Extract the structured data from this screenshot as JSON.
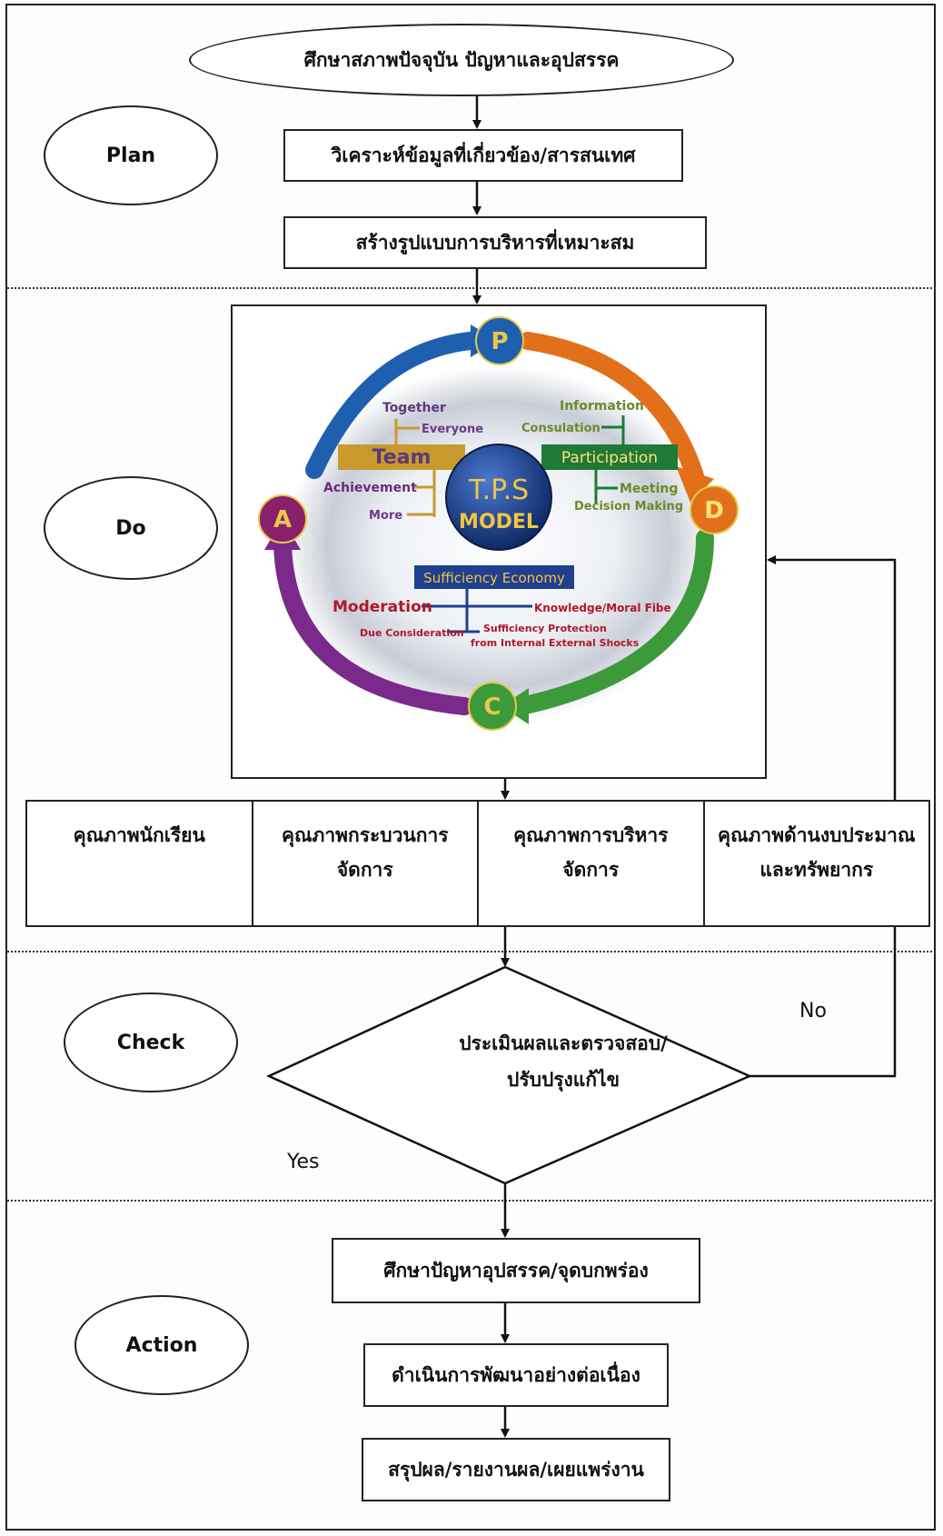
{
  "phases": {
    "plan": "Plan",
    "do": "Do",
    "check": "Check",
    "action": "Action"
  },
  "plan_steps": {
    "start": "ศึกษาสภาพปัจจุบัน ปัญหาและอุปสรรค",
    "analyze": "วิเคราะห์ข้อมูลที่เกี่ยวข้อง/สารสนเทศ",
    "build": "สร้างรูปแบบการบริหารที่เหมาะสม"
  },
  "tps_model": {
    "center_top": "T.P.S",
    "center_bottom": "MODEL",
    "cycle": {
      "p": "P",
      "d": "D",
      "c": "C",
      "a": "A"
    },
    "team": {
      "title": "Team",
      "items": [
        "Together",
        "Everyone",
        "Achievement",
        "More"
      ]
    },
    "participation": {
      "title": "Participation",
      "items": [
        "Information",
        "Consulation",
        "Meeting",
        "Decision Making"
      ]
    },
    "sufficiency": {
      "title": "Sufficiency Economy",
      "items": [
        "Moderation",
        "Knowledge/Moral Fibe",
        "Due Consideration",
        "Sufficiency Protection",
        "from Internal External Shocks"
      ]
    },
    "colors": {
      "ring_top": "#1f5fb0",
      "ring_right": "#e2701b",
      "ring_bottom": "#3c9a3a",
      "ring_left": "#7a2a8a",
      "team_box": "#c89a2e",
      "participation_box": "#1e7a35",
      "sufficiency_box": "#1f3f8f",
      "red_text": "#b0182a",
      "center": "#1c3f8c"
    }
  },
  "quality": [
    "คุณภาพนักเรียน",
    "คุณภาพกระบวนการ\nจัดการ",
    "คุณภาพการบริหาร\nจัดการ",
    "คุณภาพด้านงบประมาณ\nและทรัพยากร"
  ],
  "check": {
    "line1": "ประเมินผลและตรวจสอบ/",
    "line2": "ปรับปรุงแก้ไข",
    "no": "No",
    "yes": "Yes"
  },
  "action_steps": {
    "study": "ศึกษาปัญหาอุปสรรค/จุดบกพร่อง",
    "develop": "ดำเนินการพัฒนาอย่างต่อเนื่อง",
    "report": "สรุปผล/รายงานผล/เผยแพร่งาน"
  }
}
